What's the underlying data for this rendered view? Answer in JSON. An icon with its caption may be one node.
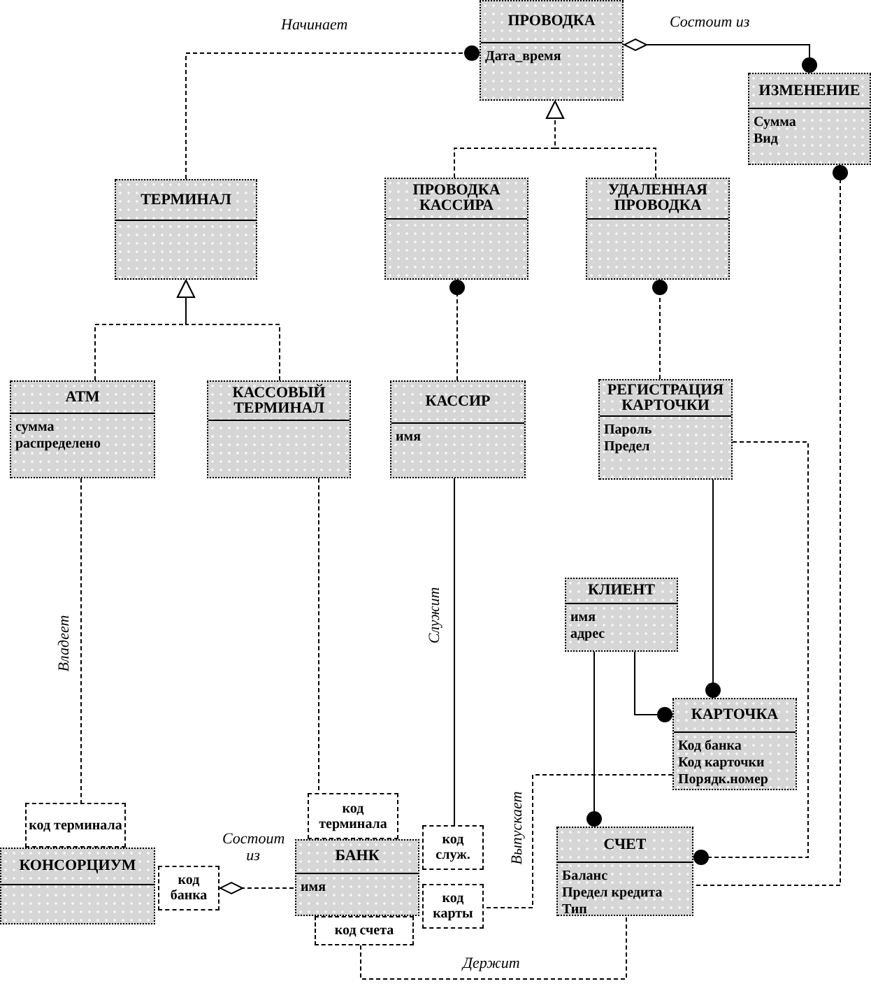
{
  "diagram": {
    "nodes": [
      {
        "text": [
          "ПРОВОДКА",
          "Дата_время"
        ]
      },
      {
        "text": [
          "ИЗМЕНЕНИЕ",
          "Сумма",
          "Вид"
        ]
      },
      {
        "text": [
          "ТЕРМИНАЛ"
        ]
      },
      {
        "text": [
          "ПРОВОДКА КАССИРА"
        ]
      },
      {
        "text": [
          "УДАЛЕННАЯ ПРОВОДКА"
        ]
      },
      {
        "text": [
          "АТМ",
          "сумма",
          "распределено"
        ]
      },
      {
        "text": [
          "КАССОВЫЙ ТЕРМИНАЛ"
        ]
      },
      {
        "text": [
          "КАССИР",
          "имя"
        ]
      },
      {
        "text": [
          "РЕГИСТРАЦИЯ КАРТОЧКИ",
          "Пароль",
          "Предел"
        ]
      },
      {
        "text": [
          "КЛИЕНТ",
          "имя",
          "адрес"
        ]
      },
      {
        "text": [
          "КАРТОЧКА",
          "Код банка",
          "Код карточки",
          "Порядк.номер"
        ]
      },
      {
        "text": [
          "КОНСОРЦИУМ"
        ]
      },
      {
        "text": [
          "код терминала"
        ]
      },
      {
        "text": [
          "код банка"
        ]
      },
      {
        "text": [
          "БАНК",
          "имя"
        ]
      },
      {
        "text": [
          "код терминала"
        ]
      },
      {
        "text": [
          "код служ."
        ]
      },
      {
        "text": [
          "код карты"
        ]
      },
      {
        "text": [
          "код счета"
        ]
      },
      {
        "text": [
          "СЧЕТ",
          "Баланс",
          "Предел кредита",
          "Тип"
        ]
      }
    ],
    "edges": [
      {
        "from": 2,
        "to": 0,
        "arrow": "other",
        "label": "Начинает",
        "style": "dashed"
      },
      {
        "from": 0,
        "to": 1,
        "arrow": "other",
        "label": "Состоит из"
      },
      {
        "from": 3,
        "to": 0,
        "arrow": "to",
        "style": "dashed"
      },
      {
        "from": 4,
        "to": 0,
        "arrow": "to",
        "style": "dashed"
      },
      {
        "from": 5,
        "to": 2,
        "arrow": "to",
        "style": "dashed"
      },
      {
        "from": 6,
        "to": 2,
        "arrow": "to",
        "style": "dashed"
      },
      {
        "from": 7,
        "to": 3,
        "arrow": "other",
        "style": "dashed"
      },
      {
        "from": 8,
        "to": 4,
        "arrow": "other",
        "style": "dashed"
      },
      {
        "from": 1,
        "to": 19,
        "arrow": "other",
        "style": "dashed"
      },
      {
        "from": 8,
        "to": 19,
        "arrow": "other",
        "style": "dashed"
      },
      {
        "from": 8,
        "to": 10,
        "arrow": "other"
      },
      {
        "from": 9,
        "to": 10,
        "arrow": "other"
      },
      {
        "from": 9,
        "to": 19,
        "arrow": "other"
      },
      {
        "from": 10,
        "to": 17,
        "arrow": "none",
        "label": "Выпускает",
        "style": "dashed"
      },
      {
        "from": 5,
        "to": 12,
        "arrow": "none",
        "label": "Владеет",
        "style": "dashed"
      },
      {
        "from": 6,
        "to": 15,
        "arrow": "none",
        "style": "dashed"
      },
      {
        "from": 7,
        "to": 16,
        "arrow": "none",
        "label": "Служит"
      },
      {
        "from": 13,
        "to": 14,
        "arrow": "other",
        "label": "Состоит из",
        "style": "dashed"
      },
      {
        "from": 18,
        "to": 19,
        "arrow": "none",
        "label": "Держит",
        "style": "dashed"
      }
    ]
  }
}
